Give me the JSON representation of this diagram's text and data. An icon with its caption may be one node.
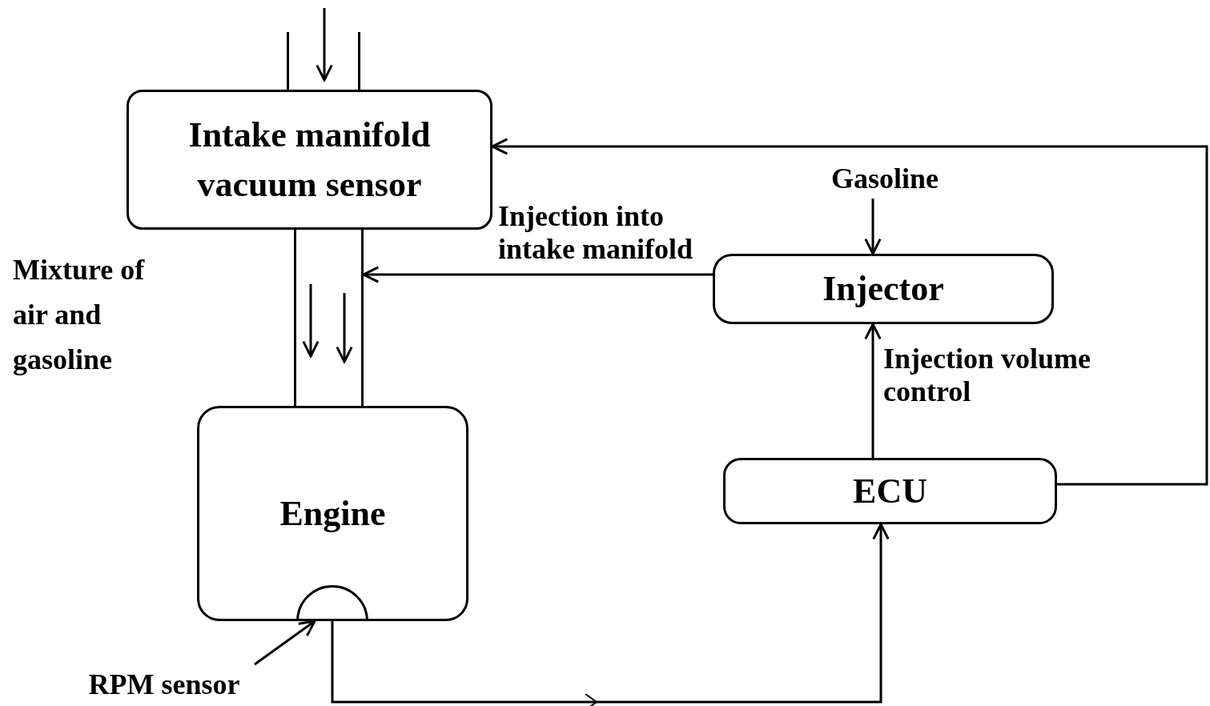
{
  "diagram": {
    "nodes": [
      {
        "text": [],
        "shape": "tube"
      },
      {
        "text": [
          "Intake manifold vacuum sensor"
        ]
      },
      {
        "text": [
          "Gasoline"
        ]
      },
      {
        "text": [
          "Injector"
        ]
      },
      {
        "text": [],
        "shape": "tube"
      },
      {
        "text": [
          "Engine"
        ]
      },
      {
        "text": [],
        "shape": "semicircle",
        "in": 5
      },
      {
        "text": [
          "ECU"
        ]
      },
      {
        "text": [
          "RPM sensor"
        ]
      }
    ],
    "edges": [
      {
        "from": 7,
        "to": 1,
        "arrow": "to"
      },
      {
        "from": 2,
        "to": 3,
        "arrow": "to"
      },
      {
        "from": 3,
        "to": 4,
        "arrow": "to",
        "label": "Injection into intake manifold"
      },
      {
        "from": 7,
        "to": 3,
        "arrow": "to",
        "label": "Injection volume control"
      },
      {
        "from": 6,
        "to": 7,
        "arrow": "to"
      },
      {
        "from": 8,
        "to": 6,
        "arrow": "to"
      }
    ],
    "labels": [
      "Mixture of air and gasoline"
    ]
  }
}
